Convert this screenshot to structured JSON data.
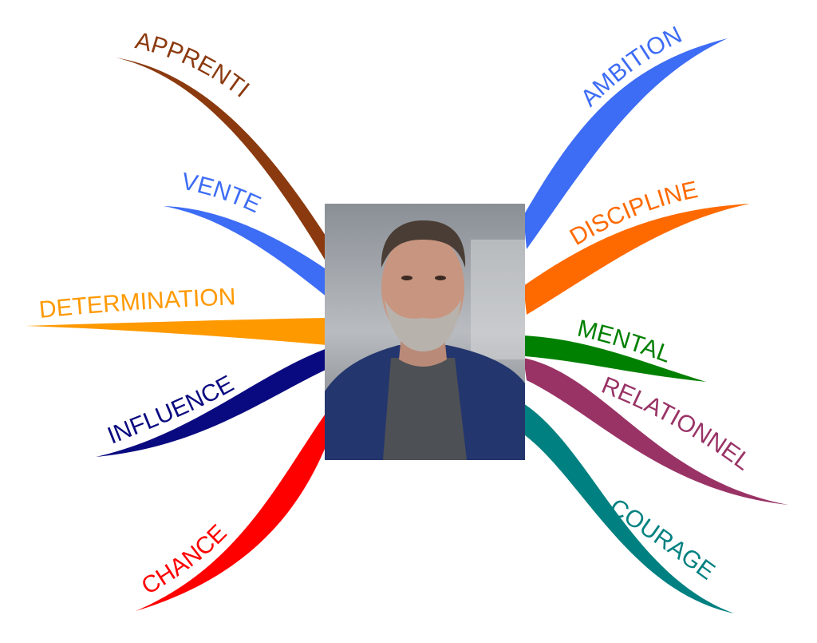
{
  "center": {
    "subject": "portrait-photo"
  },
  "branches": [
    {
      "id": "apprenti",
      "label": "APPRENTI",
      "color": "#8b3a0f"
    },
    {
      "id": "vente",
      "label": "VENTE",
      "color": "#3d6cf5"
    },
    {
      "id": "determination",
      "label": "DETERMINATION",
      "color": "#ff9900"
    },
    {
      "id": "influence",
      "label": "INFLUENCE",
      "color": "#0a0a80"
    },
    {
      "id": "chance",
      "label": "CHANCE",
      "color": "#ff0000"
    },
    {
      "id": "ambition",
      "label": "AMBITION",
      "color": "#3d6cf5"
    },
    {
      "id": "discipline",
      "label": "DISCIPLINE",
      "color": "#ff6a00"
    },
    {
      "id": "mental",
      "label": "MENTAL",
      "color": "#008000"
    },
    {
      "id": "relationnel",
      "label": "RELATIONNEL",
      "color": "#993366"
    },
    {
      "id": "courage",
      "label": "COURAGE",
      "color": "#008080"
    }
  ]
}
